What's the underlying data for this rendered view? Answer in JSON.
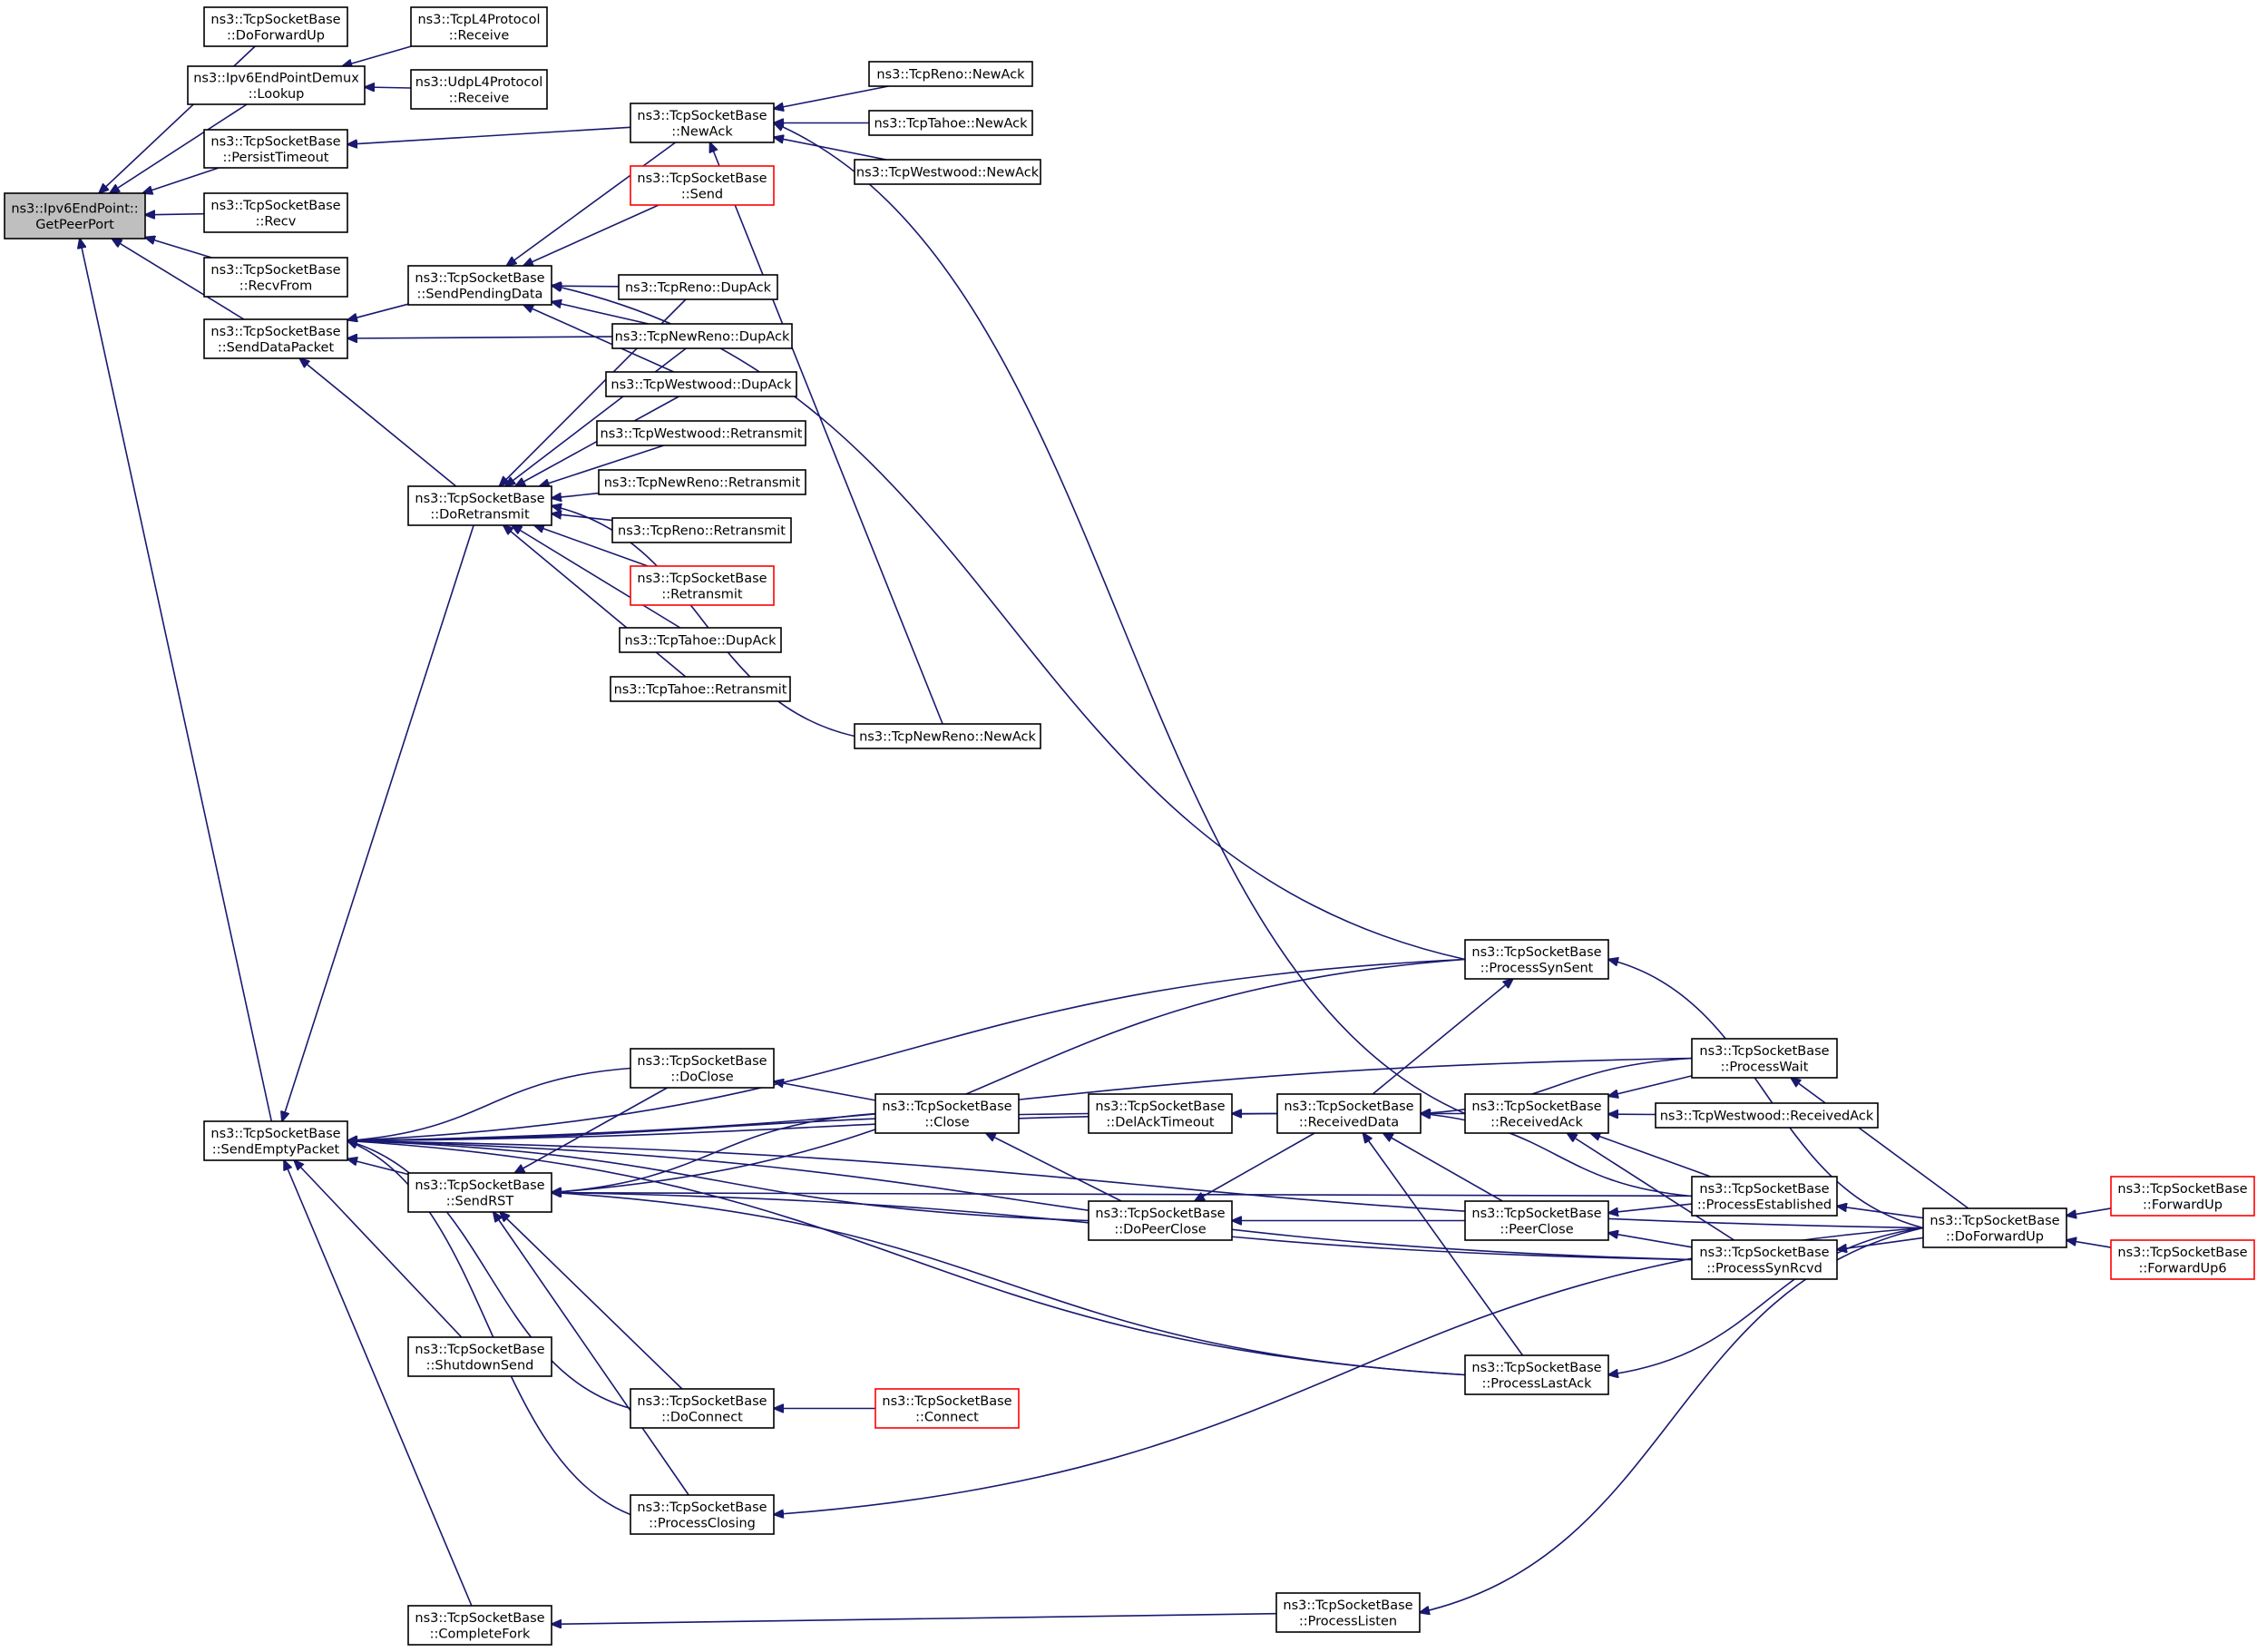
{
  "colors": {
    "edge": "#191970",
    "node_border": "#000000",
    "node_border_truncated": "#ff0000",
    "root_fill": "#bfbfbf"
  },
  "nodes": [
    {
      "id": "root",
      "lines": [
        "ns3::Ipv6EndPoint::",
        "GetPeerPort"
      ],
      "style": "root"
    },
    {
      "id": "doforwardup_l",
      "lines": [
        "ns3::TcpSocketBase",
        "::DoForwardUp"
      ]
    },
    {
      "id": "demux",
      "lines": [
        "ns3::Ipv6EndPointDemux",
        "::Lookup"
      ]
    },
    {
      "id": "tcpl4",
      "lines": [
        "ns3::TcpL4Protocol",
        "::Receive"
      ]
    },
    {
      "id": "udpl4",
      "lines": [
        "ns3::UdpL4Protocol",
        "::Receive"
      ]
    },
    {
      "id": "persist",
      "lines": [
        "ns3::TcpSocketBase",
        "::PersistTimeout"
      ]
    },
    {
      "id": "recv",
      "lines": [
        "ns3::TcpSocketBase",
        "::Recv"
      ]
    },
    {
      "id": "recvfrom",
      "lines": [
        "ns3::TcpSocketBase",
        "::RecvFrom"
      ]
    },
    {
      "id": "senddatapacket",
      "lines": [
        "ns3::TcpSocketBase",
        "::SendDataPacket"
      ]
    },
    {
      "id": "sendpending",
      "lines": [
        "ns3::TcpSocketBase",
        "::SendPendingData"
      ]
    },
    {
      "id": "newack",
      "lines": [
        "ns3::TcpSocketBase",
        "::NewAck"
      ]
    },
    {
      "id": "send",
      "lines": [
        "ns3::TcpSocketBase",
        "::Send"
      ],
      "style": "red"
    },
    {
      "id": "renonewack",
      "lines": [
        "ns3::TcpReno::NewAck"
      ]
    },
    {
      "id": "tahoenewack",
      "lines": [
        "ns3::TcpTahoe::NewAck"
      ]
    },
    {
      "id": "westnewack",
      "lines": [
        "ns3::TcpWestwood::NewAck"
      ]
    },
    {
      "id": "renodupack",
      "lines": [
        "ns3::TcpReno::DupAck"
      ]
    },
    {
      "id": "newrenodupack",
      "lines": [
        "ns3::TcpNewReno::DupAck"
      ]
    },
    {
      "id": "westdupack",
      "lines": [
        "ns3::TcpWestwood::DupAck"
      ]
    },
    {
      "id": "westretx",
      "lines": [
        "ns3::TcpWestwood::Retransmit"
      ]
    },
    {
      "id": "newrenoretx",
      "lines": [
        "ns3::TcpNewReno::Retransmit"
      ]
    },
    {
      "id": "renoretx",
      "lines": [
        "ns3::TcpReno::Retransmit"
      ]
    },
    {
      "id": "baseretx",
      "lines": [
        "ns3::TcpSocketBase",
        "::Retransmit"
      ],
      "style": "red"
    },
    {
      "id": "tahoedupack",
      "lines": [
        "ns3::TcpTahoe::DupAck"
      ]
    },
    {
      "id": "tahoeretx",
      "lines": [
        "ns3::TcpTahoe::Retransmit"
      ]
    },
    {
      "id": "newrenonewack",
      "lines": [
        "ns3::TcpNewReno::NewAck"
      ]
    },
    {
      "id": "doretx",
      "lines": [
        "ns3::TcpSocketBase",
        "::DoRetransmit"
      ]
    },
    {
      "id": "sendempty",
      "lines": [
        "ns3::TcpSocketBase",
        "::SendEmptyPacket"
      ]
    },
    {
      "id": "sendrst",
      "lines": [
        "ns3::TcpSocketBase",
        "::SendRST"
      ]
    },
    {
      "id": "shutdownsend",
      "lines": [
        "ns3::TcpSocketBase",
        "::ShutdownSend"
      ]
    },
    {
      "id": "completefork",
      "lines": [
        "ns3::TcpSocketBase",
        "::CompleteFork"
      ]
    },
    {
      "id": "doclose",
      "lines": [
        "ns3::TcpSocketBase",
        "::DoClose"
      ]
    },
    {
      "id": "doconnect",
      "lines": [
        "ns3::TcpSocketBase",
        "::DoConnect"
      ]
    },
    {
      "id": "processclosing",
      "lines": [
        "ns3::TcpSocketBase",
        "::ProcessClosing"
      ]
    },
    {
      "id": "close",
      "lines": [
        "ns3::TcpSocketBase",
        "::Close"
      ]
    },
    {
      "id": "connect",
      "lines": [
        "ns3::TcpSocketBase",
        "::Connect"
      ],
      "style": "red"
    },
    {
      "id": "delack",
      "lines": [
        "ns3::TcpSocketBase",
        "::DelAckTimeout"
      ]
    },
    {
      "id": "dopeerclose",
      "lines": [
        "ns3::TcpSocketBase",
        "::DoPeerClose"
      ]
    },
    {
      "id": "processlisten",
      "lines": [
        "ns3::TcpSocketBase",
        "::ProcessListen"
      ]
    },
    {
      "id": "receiveddata",
      "lines": [
        "ns3::TcpSocketBase",
        "::ReceivedData"
      ]
    },
    {
      "id": "processsynsent",
      "lines": [
        "ns3::TcpSocketBase",
        "::ProcessSynSent"
      ]
    },
    {
      "id": "receivedack",
      "lines": [
        "ns3::TcpSocketBase",
        "::ReceivedAck"
      ]
    },
    {
      "id": "peerclose",
      "lines": [
        "ns3::TcpSocketBase",
        "::PeerClose"
      ]
    },
    {
      "id": "processlastack",
      "lines": [
        "ns3::TcpSocketBase",
        "::ProcessLastAck"
      ]
    },
    {
      "id": "westrecvack",
      "lines": [
        "ns3::TcpWestwood::ReceivedAck"
      ]
    },
    {
      "id": "processwait",
      "lines": [
        "ns3::TcpSocketBase",
        "::ProcessWait"
      ]
    },
    {
      "id": "processestab",
      "lines": [
        "ns3::TcpSocketBase",
        "::ProcessEstablished"
      ]
    },
    {
      "id": "processsynrcvd",
      "lines": [
        "ns3::TcpSocketBase",
        "::ProcessSynRcvd"
      ]
    },
    {
      "id": "doforwardup_r",
      "lines": [
        "ns3::TcpSocketBase",
        "::DoForwardUp"
      ]
    },
    {
      "id": "forwardup",
      "lines": [
        "ns3::TcpSocketBase",
        "::ForwardUp"
      ],
      "style": "red"
    },
    {
      "id": "forwardup6",
      "lines": [
        "ns3::TcpSocketBase",
        "::ForwardUp6"
      ],
      "style": "red"
    }
  ],
  "edges": [
    [
      "doforwardup_l",
      "root"
    ],
    [
      "demux",
      "root"
    ],
    [
      "persist",
      "root"
    ],
    [
      "recv",
      "root"
    ],
    [
      "recvfrom",
      "root"
    ],
    [
      "senddatapacket",
      "root"
    ],
    [
      "sendempty",
      "root"
    ],
    [
      "tcpl4",
      "demux"
    ],
    [
      "udpl4",
      "demux"
    ],
    [
      "newack",
      "persist"
    ],
    [
      "sendpending",
      "senddatapacket"
    ],
    [
      "newrenodupack",
      "senddatapacket"
    ],
    [
      "doretx",
      "senddatapacket"
    ],
    [
      "newack",
      "sendpending"
    ],
    [
      "send",
      "sendpending"
    ],
    [
      "processsynsent",
      "sendpending"
    ],
    [
      "renodupack",
      "sendpending"
    ],
    [
      "newrenodupack",
      "sendpending"
    ],
    [
      "westdupack",
      "sendpending"
    ],
    [
      "renonewack",
      "newack"
    ],
    [
      "tahoenewack",
      "newack"
    ],
    [
      "westnewack",
      "newack"
    ],
    [
      "newrenonewack",
      "newack"
    ],
    [
      "receivedack",
      "newack"
    ],
    [
      "renodupack",
      "doretx"
    ],
    [
      "newrenodupack",
      "doretx"
    ],
    [
      "westdupack",
      "doretx"
    ],
    [
      "westretx",
      "doretx"
    ],
    [
      "newrenoretx",
      "doretx"
    ],
    [
      "renoretx",
      "doretx"
    ],
    [
      "baseretx",
      "doretx"
    ],
    [
      "tahoedupack",
      "doretx"
    ],
    [
      "tahoeretx",
      "doretx"
    ],
    [
      "newrenonewack",
      "doretx"
    ],
    [
      "doretx",
      "sendempty"
    ],
    [
      "doforwardup_r",
      "sendempty"
    ],
    [
      "processwait",
      "sendempty"
    ],
    [
      "processsynsent",
      "sendempty"
    ],
    [
      "receiveddata",
      "sendempty"
    ],
    [
      "delack",
      "sendempty"
    ],
    [
      "doclose",
      "sendempty"
    ],
    [
      "sendrst",
      "sendempty"
    ],
    [
      "dopeerclose",
      "sendempty"
    ],
    [
      "shutdownsend",
      "sendempty"
    ],
    [
      "doconnect",
      "sendempty"
    ],
    [
      "processlastack",
      "sendempty"
    ],
    [
      "processclosing",
      "sendempty"
    ],
    [
      "processsynrcvd",
      "sendempty"
    ],
    [
      "completefork",
      "sendempty"
    ],
    [
      "processsynsent",
      "sendrst"
    ],
    [
      "doclose",
      "sendrst"
    ],
    [
      "close",
      "sendrst"
    ],
    [
      "processestab",
      "sendrst"
    ],
    [
      "processsynrcvd",
      "sendrst"
    ],
    [
      "processlastack",
      "sendrst"
    ],
    [
      "doconnect",
      "sendrst"
    ],
    [
      "processclosing",
      "sendrst"
    ],
    [
      "close",
      "doclose"
    ],
    [
      "dopeerclose",
      "close"
    ],
    [
      "connect",
      "doconnect"
    ],
    [
      "doforwardup_r",
      "processclosing"
    ],
    [
      "processlisten",
      "completefork"
    ],
    [
      "receiveddata",
      "delack"
    ],
    [
      "receiveddata",
      "dopeerclose"
    ],
    [
      "peerclose",
      "dopeerclose"
    ],
    [
      "receivedack",
      "receiveddata"
    ],
    [
      "processwait",
      "receiveddata"
    ],
    [
      "processestab",
      "receiveddata"
    ],
    [
      "peerclose",
      "receiveddata"
    ],
    [
      "processlastack",
      "receiveddata"
    ],
    [
      "receiveddata",
      "processsynsent"
    ],
    [
      "doforwardup_r",
      "processsynsent"
    ],
    [
      "westrecvack",
      "receivedack"
    ],
    [
      "processwait",
      "receivedack"
    ],
    [
      "processestab",
      "receivedack"
    ],
    [
      "processsynrcvd",
      "receivedack"
    ],
    [
      "processestab",
      "peerclose"
    ],
    [
      "processsynrcvd",
      "peerclose"
    ],
    [
      "doforwardup_r",
      "processlastack"
    ],
    [
      "doforwardup_r",
      "processwait"
    ],
    [
      "doforwardup_r",
      "processestab"
    ],
    [
      "doforwardup_r",
      "processsynrcvd"
    ],
    [
      "doforwardup_r",
      "processlisten"
    ],
    [
      "forwardup",
      "doforwardup_r"
    ],
    [
      "forwardup6",
      "doforwardup_r"
    ]
  ]
}
